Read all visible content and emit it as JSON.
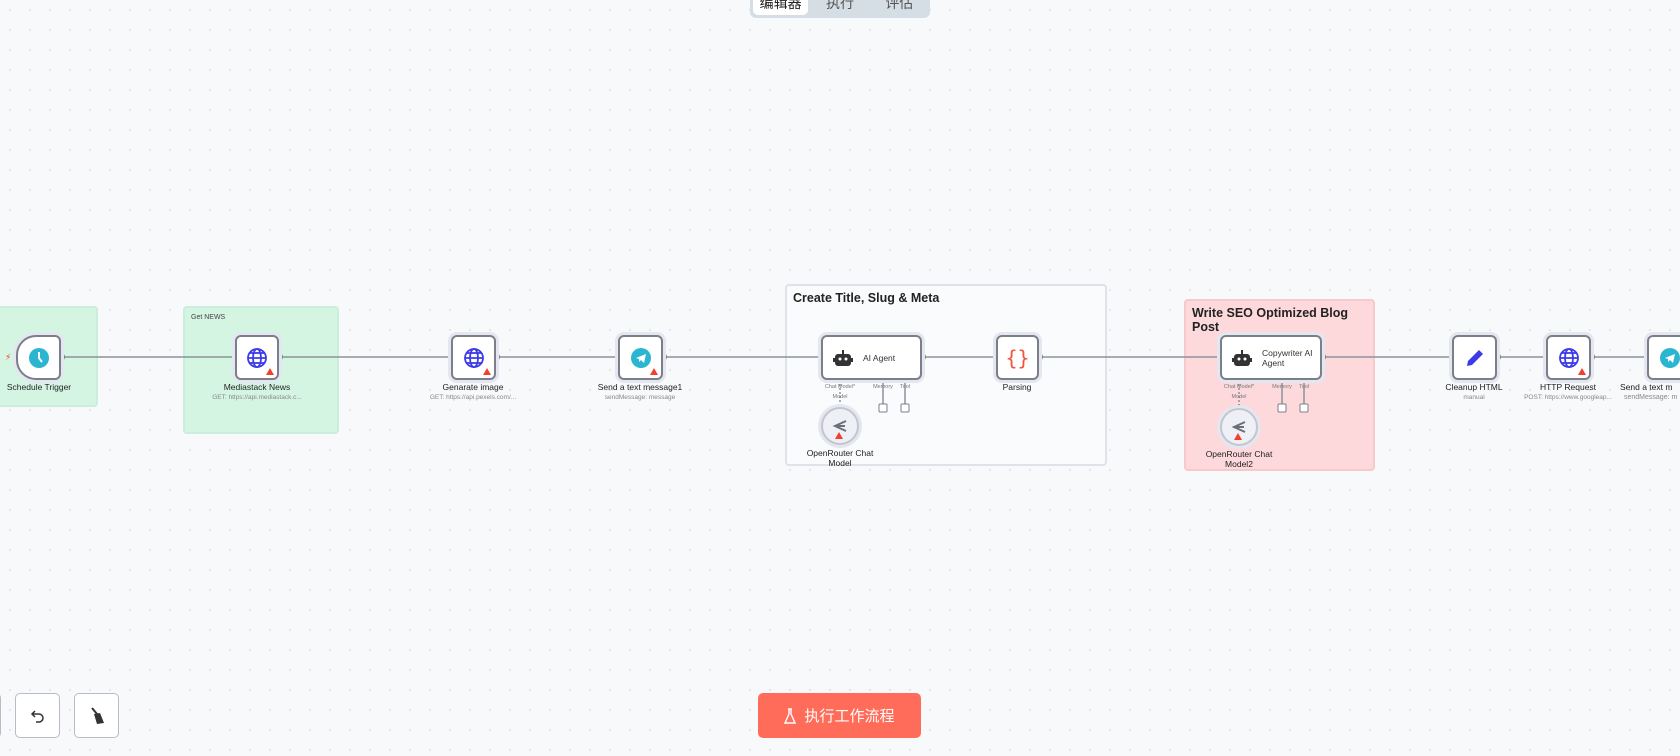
{
  "tabs": [
    {
      "label": "编辑器",
      "active": true
    },
    {
      "label": "执行"
    },
    {
      "label": "评估"
    }
  ],
  "groups": {
    "get_news": "Get NEWS",
    "create_meta": "Create Title, Slug & Meta",
    "write_post": "Write SEO Optimized Blog Post"
  },
  "nodes": {
    "schedule": {
      "label": "Schedule Trigger",
      "icon": "clock-icon"
    },
    "mediastack": {
      "label": "Mediastack News",
      "sub": "GET: https://api.mediastack.c...",
      "icon": "globe-icon",
      "warning": true
    },
    "genimage": {
      "label": "Genarate image",
      "sub": "GET: https://api.pexels.com/...",
      "icon": "globe-icon",
      "warning": true
    },
    "telegram1": {
      "label": "Send a text message1",
      "sub": "sendMessage: message",
      "icon": "telegram-icon",
      "warning": true
    },
    "agent": {
      "label": "AI Agent",
      "icon": "robot-icon",
      "handles": [
        "Chat Model*",
        "Memory",
        "Tool"
      ]
    },
    "openrouter": {
      "label": "OpenRouter Chat Model",
      "handle": "Model",
      "icon": "openrouter-icon",
      "warning": true
    },
    "parsing": {
      "label": "Parsing",
      "icon": "braces-icon"
    },
    "copywriter": {
      "label": "Copywriter AI Agent",
      "icon": "robot-icon",
      "handles": [
        "Chat Model*",
        "Memory",
        "Tool"
      ]
    },
    "openrouter2": {
      "label": "OpenRouter Chat Model2",
      "handle": "Model",
      "icon": "openrouter-icon",
      "warning": true
    },
    "cleanup": {
      "label": "Cleanup HTML",
      "sub": "manual",
      "icon": "pencil-icon"
    },
    "http": {
      "label": "HTTP Request",
      "sub": "POST: https://www.googleap...",
      "icon": "globe-icon",
      "warning": true
    },
    "telegram2": {
      "label": "Send a text m",
      "sub": "sendMessage: m",
      "icon": "telegram-icon"
    }
  },
  "toolbar": {
    "execute_label": "执行工作流程",
    "undo_icon": "undo-icon",
    "clear_icon": "broom-icon"
  },
  "colors": {
    "accent": "#ff6d5a",
    "warning": "#f0412e",
    "globe": "#3b3be8",
    "telegram": "#2ab6d0"
  }
}
